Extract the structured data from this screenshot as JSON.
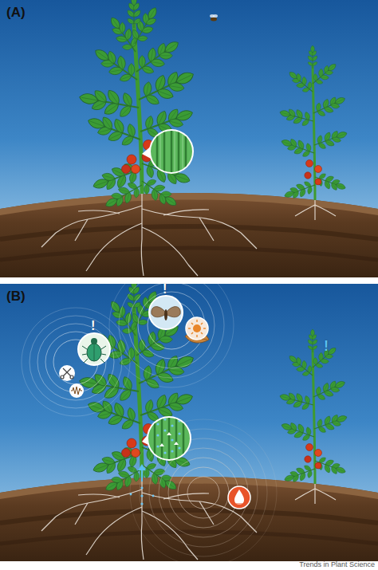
{
  "diagram": {
    "labels": [
      "(A)",
      "(B)",
      "!",
      "!",
      "!",
      "Trends in Plant Science"
    ]
  }
}
